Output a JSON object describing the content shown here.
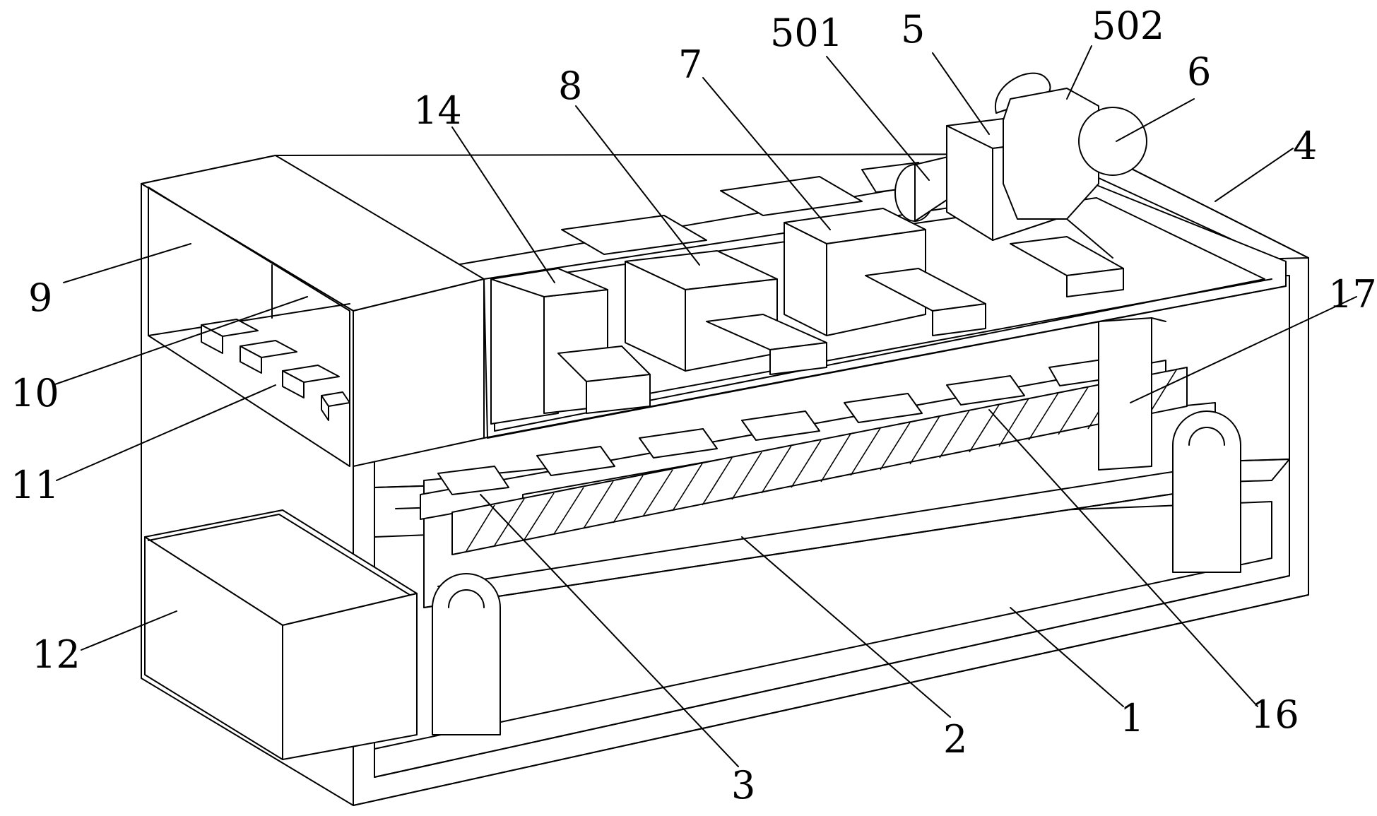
{
  "figure": {
    "labels": {
      "l1": "1",
      "l2": "2",
      "l3": "3",
      "l4": "4",
      "l5": "5",
      "l501": "501",
      "l502": "502",
      "l6": "6",
      "l7": "7",
      "l8": "8",
      "l9": "9",
      "l10": "10",
      "l11": "11",
      "l12": "12",
      "l14": "14",
      "l16": "16",
      "l17": "17"
    }
  }
}
